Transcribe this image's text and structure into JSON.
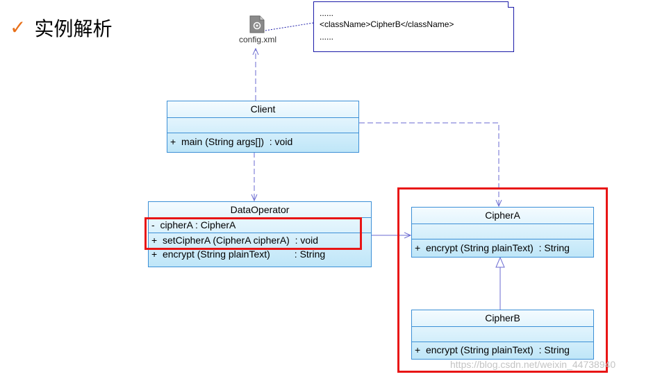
{
  "heading": {
    "check_glyph": "✓",
    "title": "实例解析"
  },
  "config_file": {
    "icon": "xml-file-icon",
    "label": "config.xml"
  },
  "note": {
    "line1": "......",
    "line2": "<className>CipherB</className>",
    "line3": "......"
  },
  "classes": {
    "client": {
      "name": "Client",
      "operations": [
        "+  main (String args[])  : void"
      ]
    },
    "data_operator": {
      "name": "DataOperator",
      "attributes": [
        "-  cipherA : CipherA"
      ],
      "operations": [
        "+  setCipherA (CipherA cipherA)  : void",
        "+  encrypt (String plainText)         : String"
      ]
    },
    "cipher_a": {
      "name": "CipherA",
      "operations": [
        "+  encrypt (String plainText)  : String"
      ]
    },
    "cipher_b": {
      "name": "CipherB",
      "operations": [
        "+  encrypt (String plainText)  : String"
      ]
    }
  },
  "watermark": "https://blog.csdn.net/weixin_44738940",
  "colors": {
    "accent": "#e8701a",
    "highlight": "#e81515",
    "class_border": "#3b8fd6",
    "connector": "#6a6ad0"
  }
}
